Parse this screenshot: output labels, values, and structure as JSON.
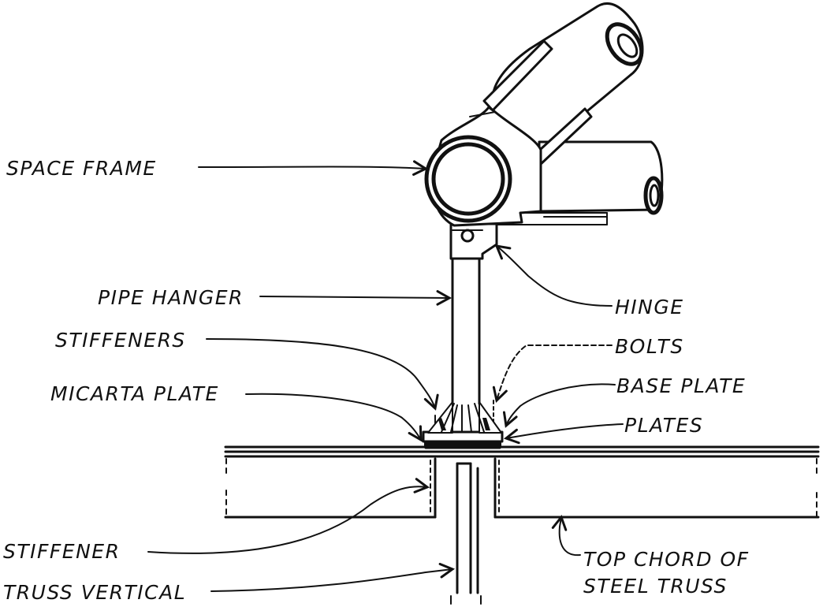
{
  "labels": {
    "space_frame": "SPACE FRAME",
    "pipe_hanger": "PIPE HANGER",
    "hinge": "HINGE",
    "stiffeners": "STIFFENERS",
    "bolts": "BOLTS",
    "micarta_plate": "MICARTA PLATE",
    "base_plate": "BASE PLATE",
    "plates": "PLATES",
    "stiffener": "STIFFENER",
    "top_chord_line1": "TOP CHORD OF",
    "top_chord_line2": "STEEL TRUSS",
    "truss_vertical": "TRUSS VERTICAL"
  },
  "colors": {
    "ink": "#111111",
    "paper": "#ffffff"
  }
}
